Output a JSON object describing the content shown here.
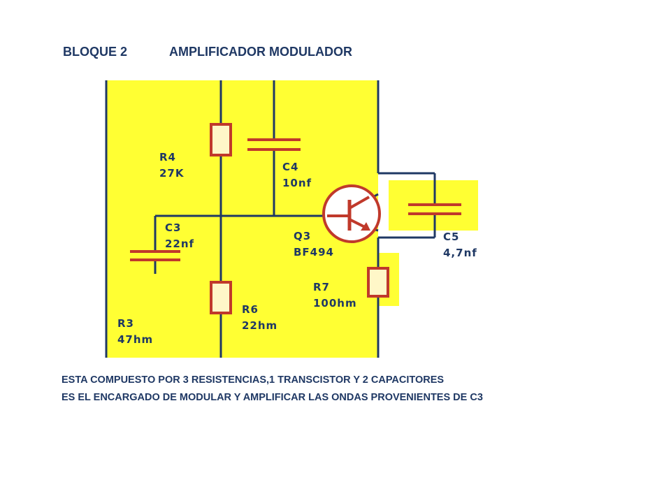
{
  "slide": {
    "title_block": "BLOQUE 2",
    "title_name": "AMPLIFICADOR MODULADOR",
    "captions": [
      "ESTA COMPUESTO  POR 3 RESISTENCIAS,1 TRANSCISTOR  Y 2 CAPACITORES",
      "ES EL ENCARGADO DE MODULAR Y AMPLIFICAR LAS ONDAS PROVENIENTES DE C3"
    ]
  },
  "schematic": {
    "colors": {
      "background": "#ffff33",
      "wire": "#1f3864",
      "component": "#c0392b",
      "body": "#fff7c8"
    },
    "components": [
      {
        "id": "R4",
        "ref": "R4",
        "value": "27K"
      },
      {
        "id": "C4",
        "ref": "C4",
        "value": "10nf"
      },
      {
        "id": "C3",
        "ref": "C3",
        "value": "22nf"
      },
      {
        "id": "Q3",
        "ref": "Q3",
        "value": "BF494"
      },
      {
        "id": "C5",
        "ref": "C5",
        "value": "4,7nf"
      },
      {
        "id": "R7",
        "ref": "R7",
        "value": "100hm"
      },
      {
        "id": "R6",
        "ref": "R6",
        "value": "22hm"
      },
      {
        "id": "R3",
        "ref": "R3",
        "value": "47hm"
      }
    ]
  }
}
